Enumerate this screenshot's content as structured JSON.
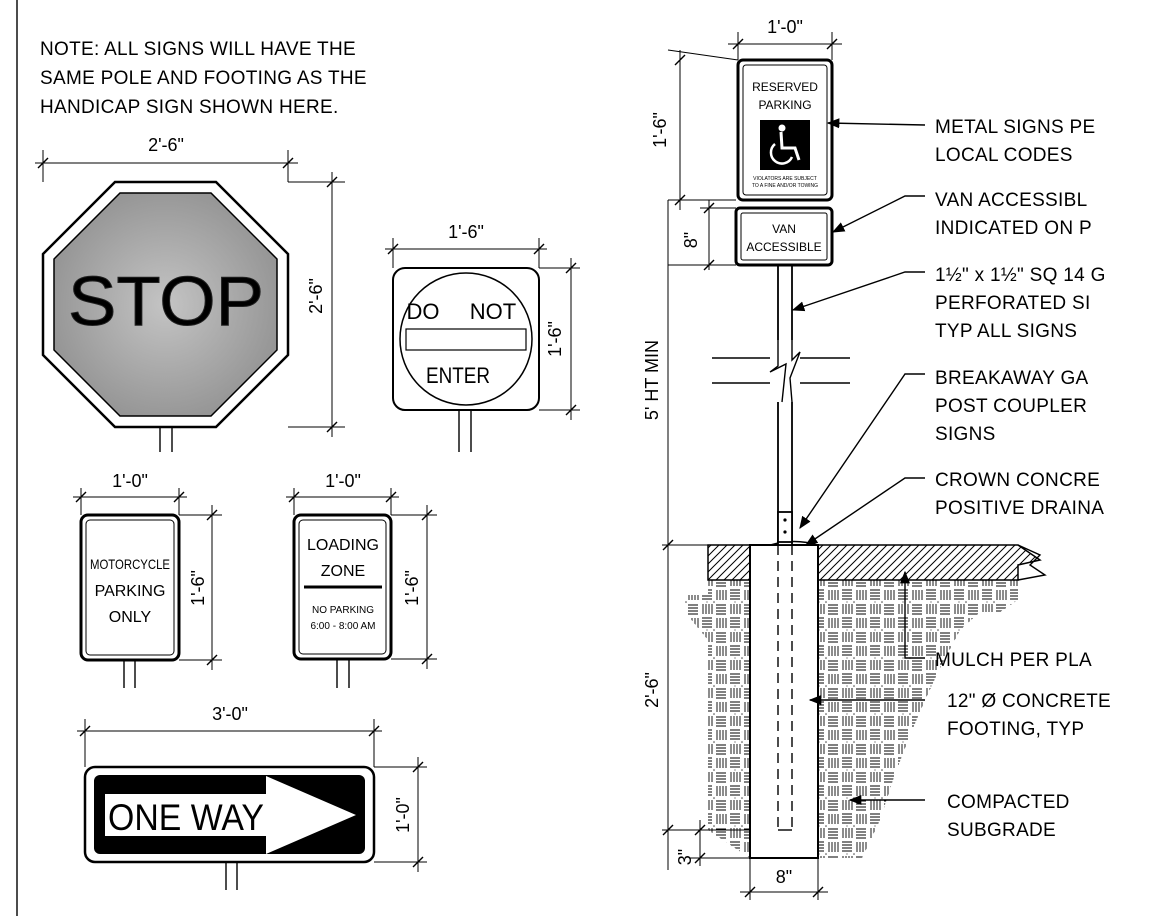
{
  "note": {
    "line1": "NOTE: ALL SIGNS WILL HAVE THE",
    "line2": "SAME POLE AND FOOTING AS THE",
    "line3": "HANDICAP SIGN SHOWN HERE."
  },
  "signs": {
    "stop": {
      "text": "STOP",
      "width": "2'-6\"",
      "height": "2'-6\""
    },
    "do_not_enter": {
      "line1_left": "DO",
      "line1_right": "NOT",
      "line2": "ENTER",
      "width": "1'-6\"",
      "height": "1'-6\""
    },
    "motorcycle": {
      "line1": "MOTORCYCLE",
      "line2": "PARKING",
      "line3": "ONLY",
      "width": "1'-0\"",
      "height": "1'-6\""
    },
    "loading": {
      "line1": "LOADING",
      "line2": "ZONE",
      "line3": "NO PARKING",
      "line4": "6:00 - 8:00 AM",
      "width": "1'-0\"",
      "height": "1'-6\""
    },
    "one_way": {
      "text": "ONE WAY",
      "width": "3'-0\"",
      "height": "1'-0\""
    }
  },
  "detail": {
    "reserved_line1": "RESERVED",
    "reserved_line2": "PARKING",
    "violators_line1": "VIOLATORS ARE SUBJECT",
    "violators_line2": "TO A FINE AND/OR TOWING",
    "van_line1": "VAN",
    "van_line2": "ACCESSIBLE",
    "dim_sign_width": "1'-0\"",
    "dim_sign_height": "1'-6\"",
    "dim_van_height": "8\"",
    "dim_pole_height": "5' HT MIN",
    "dim_footing_depth": "2'-6\"",
    "dim_base": "3\"",
    "dim_footing_width": "8\""
  },
  "callouts": [
    {
      "line1": "METAL SIGNS PE",
      "line2": "LOCAL CODES"
    },
    {
      "line1": "VAN ACCESSIBL",
      "line2": "INDICATED ON P"
    },
    {
      "line1": "1½\" x 1½\" SQ 14 G",
      "line2": "PERFORATED SI",
      "line3": "TYP ALL SIGNS"
    },
    {
      "line1": "BREAKAWAY GA",
      "line2": "POST COUPLER",
      "line3": "SIGNS"
    },
    {
      "line1": "CROWN CONCRE",
      "line2": "POSITIVE DRAINA"
    },
    {
      "line1": "MULCH PER PLA"
    },
    {
      "line1": "12\" Ø CONCRETE",
      "line2": "FOOTING, TYP"
    },
    {
      "line1": "COMPACTED",
      "line2": "SUBGRADE"
    }
  ]
}
